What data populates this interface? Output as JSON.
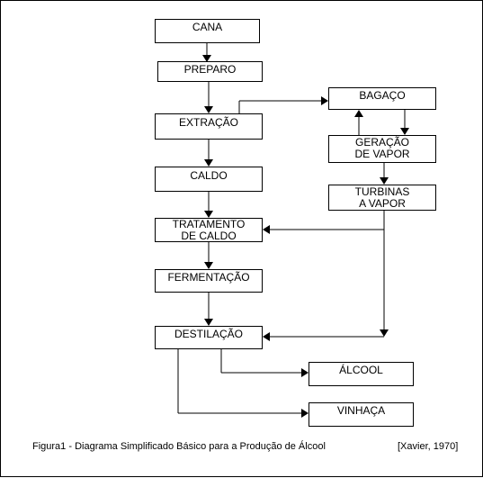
{
  "diagram": {
    "nodes": {
      "cana": "CANA",
      "preparo": "PREPARO",
      "extracao": "EXTRAÇÃO",
      "caldo": "CALDO",
      "tratamento": [
        "TRATAMENTO",
        "DE CALDO"
      ],
      "fermentacao": "FERMENTAÇÃO",
      "destilacao": "DESTILAÇÃO",
      "alcool": "ÁLCOOL",
      "vinhaca": "VINHAÇA",
      "bagaco": "BAGAÇO",
      "geracao": [
        "GERAÇÃO",
        "DE VAPOR"
      ],
      "turbinas": [
        "TURBINAS",
        "A VAPOR"
      ]
    },
    "caption": "Figura1 - Diagrama Simplificado Básico para a Produção de Álcool",
    "source": "[Xavier, 1970]"
  }
}
